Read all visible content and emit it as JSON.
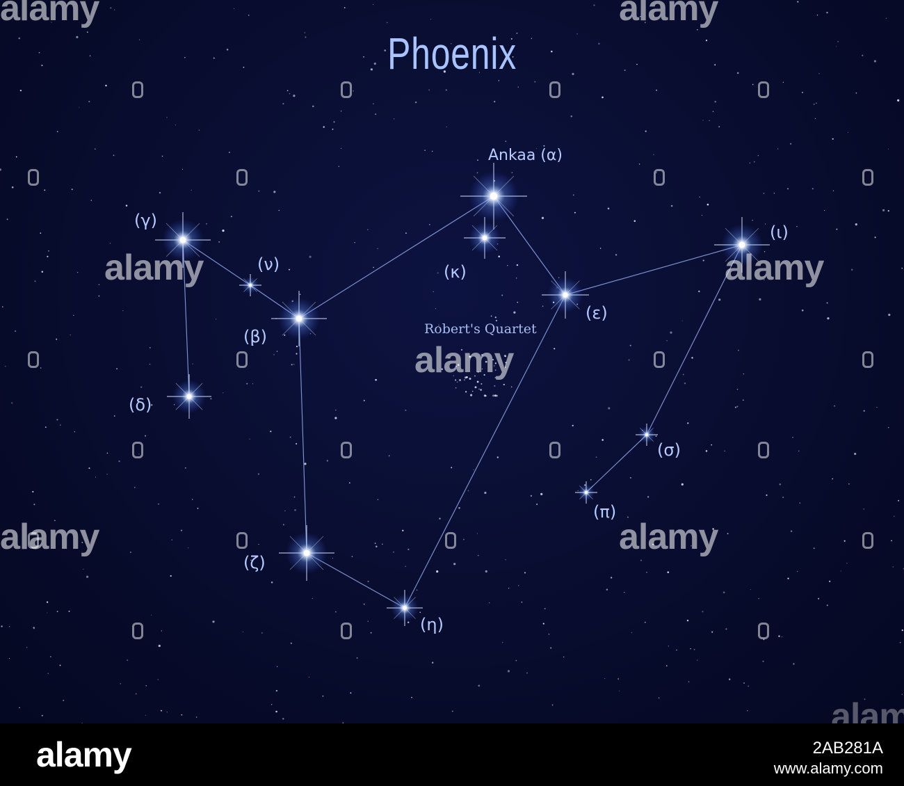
{
  "title": "Phoenix",
  "annotation": "Robert's Quartet",
  "stars": [
    {
      "id": "alpha",
      "label": "Ankaa (α)"
    },
    {
      "id": "beta",
      "label": "(β)"
    },
    {
      "id": "gamma",
      "label": "(γ)"
    },
    {
      "id": "delta",
      "label": "(δ)"
    },
    {
      "id": "epsilon",
      "label": "(ε)"
    },
    {
      "id": "zeta",
      "label": "(ζ)"
    },
    {
      "id": "eta",
      "label": "(η)"
    },
    {
      "id": "iota",
      "label": "(ι)"
    },
    {
      "id": "kappa",
      "label": "(κ)"
    },
    {
      "id": "nu",
      "label": "(ν)"
    },
    {
      "id": "pi",
      "label": "(π)"
    },
    {
      "id": "sigma",
      "label": "(σ)"
    }
  ],
  "watermark": "alamy",
  "footer": {
    "logo": "alamy",
    "image_id": "2AB281A",
    "site": "www.alamy.com"
  },
  "colors": {
    "background": "#070b2a",
    "label": "#b8cbff",
    "line": "#8fa6e6",
    "star_core": "#ffffff",
    "star_glow": "#6f9dff"
  }
}
